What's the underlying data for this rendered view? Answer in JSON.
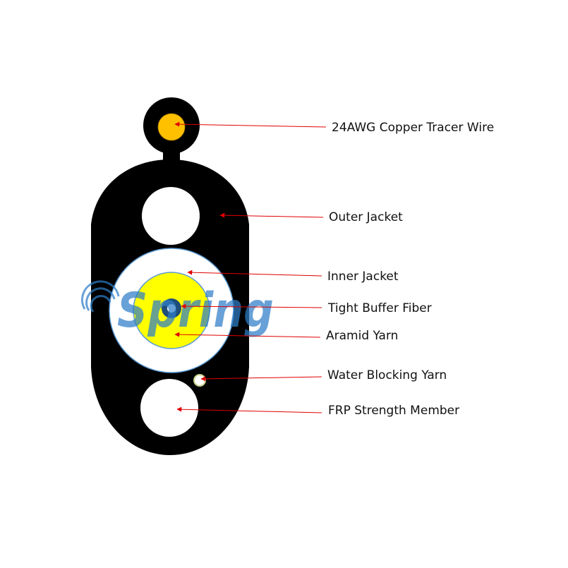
{
  "labels": {
    "tracer_wire": "24AWG Copper Tracer Wire",
    "outer_jacket": "Outer Jacket",
    "inner_jacket": "Inner Jacket",
    "tight_buffer_fiber": "Tight Buffer Fiber",
    "aramid_yarn": "Aramid Yarn",
    "water_blocking_yarn": "Water Blocking Yarn",
    "frp_strength_member": "FRP Strength Member"
  },
  "watermark": {
    "text": "Spring"
  },
  "colors": {
    "jacket": "#000000",
    "copper_core": "#ffc000",
    "aramid": "#ffff00",
    "inner_jacket": "#ffffff",
    "ring_outline": "#5b9bd5",
    "leader_line": "#e00000",
    "watermark": "#2f7ec8"
  }
}
